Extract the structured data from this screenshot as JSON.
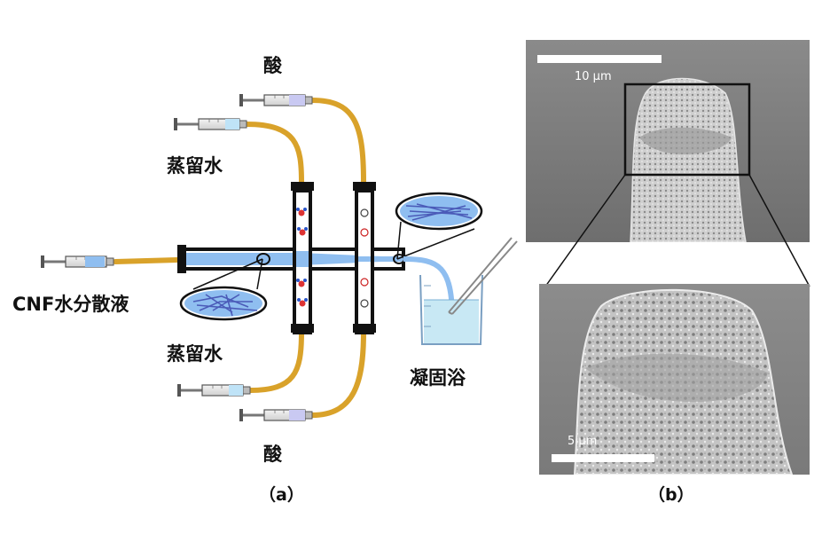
{
  "panel_a": {
    "caption": "（a）",
    "labels": {
      "acid_top": "酸",
      "water_top": "蒸留水",
      "cnf": "CNF水分散液",
      "water_bottom": "蒸留水",
      "acid_bottom": "酸",
      "bath": "凝固浴"
    }
  },
  "panel_b": {
    "caption": "（b）",
    "scale_top": "10 µm",
    "scale_bottom": "5 µm"
  },
  "colors": {
    "tube": "#d9a22a",
    "channel": "#8fbef0",
    "fiber": "#4b5bb8",
    "bath_liquid": "#c8e8f4"
  }
}
